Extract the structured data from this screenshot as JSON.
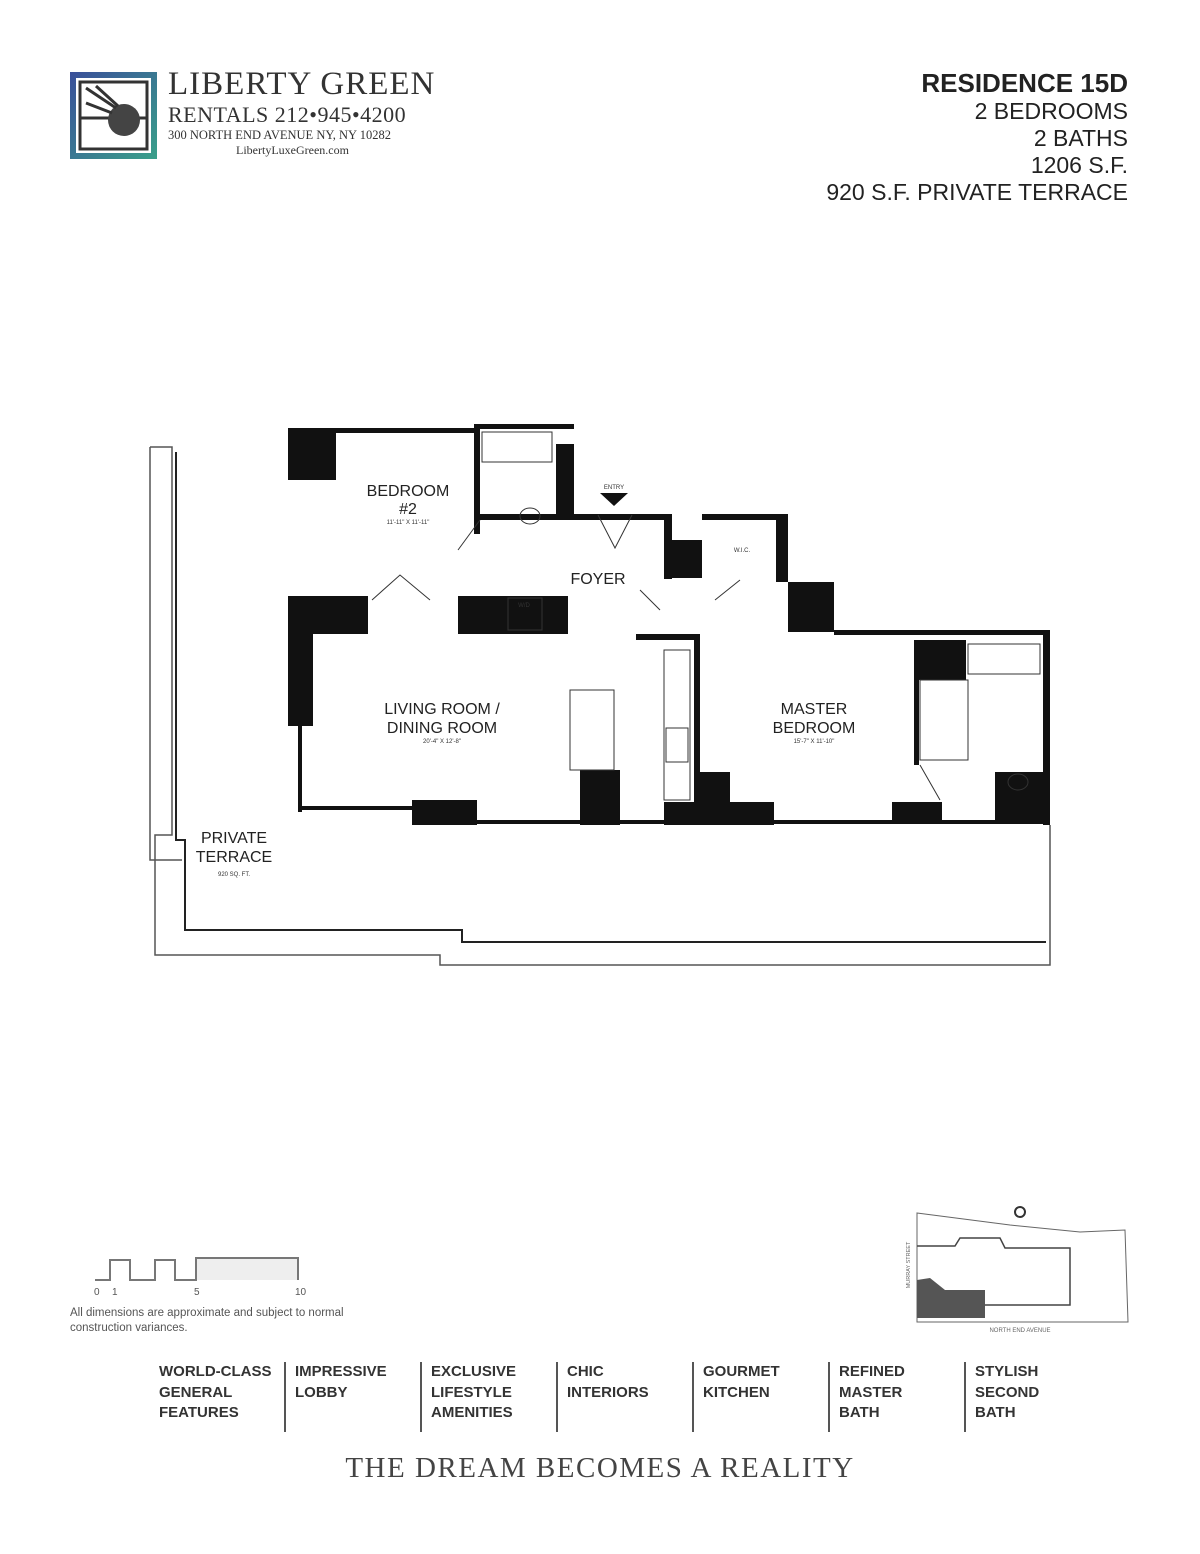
{
  "header": {
    "brand_name": "LIBERTY GREEN",
    "rentals_phone": "RENTALS 212•945•4200",
    "address": "300 NORTH END AVENUE NY, NY 10282",
    "website": "LibertyLuxeGreen.com",
    "logo_colors": [
      "#3a4f9a",
      "#3aa08a"
    ]
  },
  "residence": {
    "title": "RESIDENCE 15D",
    "bedrooms": "2 BEDROOMS",
    "baths": "2  BATHS",
    "area": "1206 S.F.",
    "terrace": "920 S.F. PRIVATE TERRACE"
  },
  "plan": {
    "bedroom2": {
      "name1": "BEDROOM",
      "name2": "#2",
      "dims": "11'-11\" X 11'-11\""
    },
    "entry": "ENTRY",
    "foyer": "FOYER",
    "wd": "W/D",
    "wic": "W.I.C.",
    "living": {
      "name1": "LIVING ROOM /",
      "name2": "DINING ROOM",
      "dims": "20'-4\" X 12'-8\""
    },
    "master": {
      "name1": "MASTER",
      "name2": "BEDROOM",
      "dims": "15'-7\" X 11'-10\""
    },
    "terrace": {
      "name1": "PRIVATE",
      "name2": "TERRACE",
      "dims": "920 SQ. FT."
    }
  },
  "scale": {
    "ticks": [
      "0",
      "1",
      "5",
      "10"
    ],
    "note": "All dimensions are approximate and subject to normal construction variances."
  },
  "keyplan": {
    "street_left": "MURRAY STREET",
    "street_bottom": "NORTH END AVENUE"
  },
  "features": [
    {
      "lines": [
        "WORLD-CLASS",
        "GENERAL",
        "FEATURES"
      ]
    },
    {
      "lines": [
        "IMPRESSIVE",
        "LOBBY"
      ]
    },
    {
      "lines": [
        "EXCLUSIVE",
        "LIFESTYLE",
        "AMENITIES"
      ]
    },
    {
      "lines": [
        "CHIC",
        "INTERIORS"
      ]
    },
    {
      "lines": [
        "GOURMET",
        "KITCHEN"
      ]
    },
    {
      "lines": [
        "REFINED",
        "MASTER",
        "BATH"
      ]
    },
    {
      "lines": [
        "STYLISH",
        "SECOND",
        "BATH"
      ]
    }
  ],
  "tagline": "THE DREAM BECOMES A REALITY"
}
